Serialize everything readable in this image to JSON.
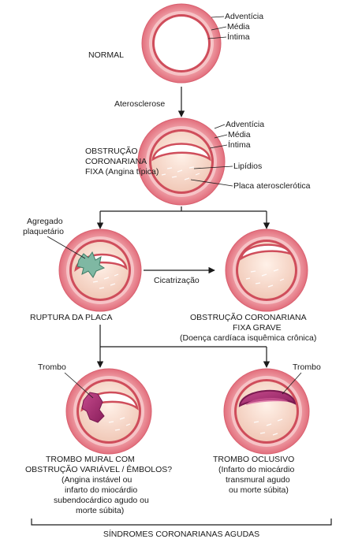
{
  "normal": {
    "caption": "NORMAL",
    "layers": [
      "Adventícia",
      "Média",
      "Íntima"
    ]
  },
  "step_atherosclerosis": "Aterosclerose",
  "fixed": {
    "caption": [
      "OBSTRUÇÃO",
      "CORONARIANA",
      "FIXA (Angina típica)"
    ],
    "layers": [
      "Adventícia",
      "Média",
      "Íntima"
    ],
    "lipids": "Lipídios",
    "plaque": "Placa aterosclerótica"
  },
  "rupture": {
    "aggregate_label": [
      "Agregado",
      "plaquetário"
    ],
    "caption": "RUPTURA DA PLACA"
  },
  "step_scarring": "Cicatrização",
  "severe": {
    "caption": [
      "OBSTRUÇÃO CORONARIANA",
      "FIXA GRAVE",
      "(Doença cardíaca isquêmica crônica)"
    ]
  },
  "mural": {
    "thrombus_label": "Trombo",
    "caption": [
      "TROMBO MURAL COM",
      "OBSTRUÇÃO VARIÁVEL / ÊMBOLOS?",
      "(Angina instável ou",
      "infarto do miocárdio",
      "subendocárdico agudo ou",
      "morte súbita)"
    ]
  },
  "occlusive": {
    "thrombus_label": "Trombo",
    "caption": [
      "TROMBO OCLUSIVO",
      "(Infarto do miocárdio",
      "transmural agudo",
      "ou morte súbita)"
    ]
  },
  "footer": "SÍNDROMES CORONARIANAS AGUDAS",
  "colors": {
    "adventitia": "#e07a86",
    "media": "#f4b9bd",
    "intima": "#cc4a57",
    "lumen": "#ffffff",
    "plaque": "#f7d6c9",
    "platelets": "#7fb8a3",
    "thrombus": "#a4296e"
  }
}
